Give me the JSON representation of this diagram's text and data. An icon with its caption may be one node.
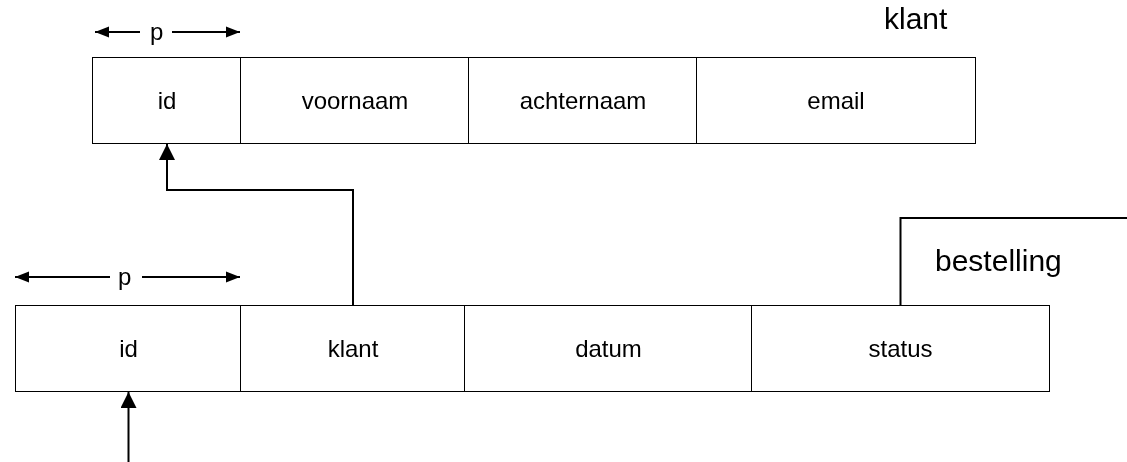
{
  "diagram": {
    "nodes": [
      {
        "text": [
          "id"
        ],
        "beside": [
          "p"
        ]
      },
      {
        "text": [
          "voornaam"
        ]
      },
      {
        "text": [
          "achternaam"
        ]
      },
      {
        "text": [
          "email"
        ]
      },
      {
        "text": [
          "id"
        ],
        "beside": [
          "p"
        ]
      },
      {
        "text": [
          "klant"
        ]
      },
      {
        "text": [
          "datum"
        ]
      },
      {
        "text": [
          "status"
        ]
      }
    ],
    "edges": [
      {
        "from": 5,
        "to": 0,
        "arrow": "to"
      },
      {
        "from": null,
        "to": 4,
        "arrow": "to"
      },
      {
        "from": 7,
        "to": null,
        "arrow": "none"
      }
    ],
    "labels": [
      "klant",
      "bestelling"
    ]
  }
}
